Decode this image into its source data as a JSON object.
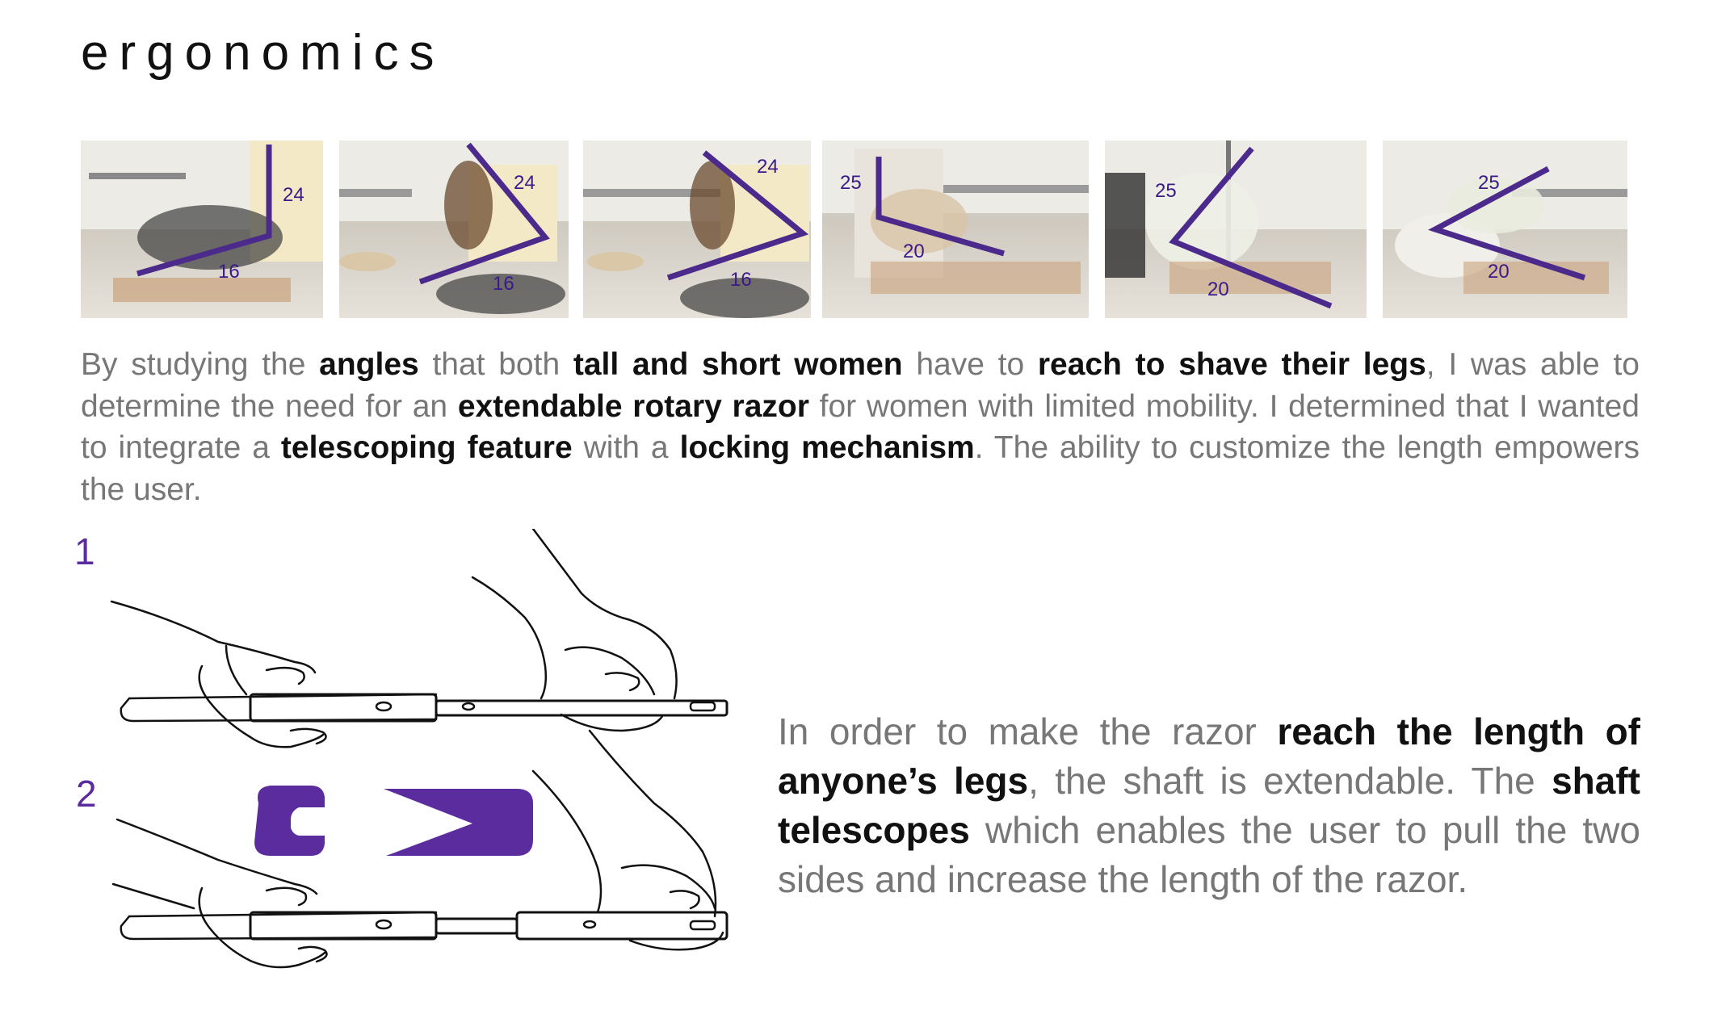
{
  "page": {
    "title": "ergonomics"
  },
  "photos": [
    {
      "labels": [
        "24",
        "16"
      ]
    },
    {
      "labels": [
        "24",
        "16"
      ]
    },
    {
      "labels": [
        "24",
        "16"
      ]
    },
    {
      "labels": [
        "25",
        "20"
      ]
    },
    {
      "labels": [
        "25",
        "20"
      ]
    },
    {
      "labels": [
        "25",
        "20"
      ]
    }
  ],
  "intro": {
    "segments": [
      {
        "text": "By studying the ",
        "bold": false
      },
      {
        "text": "angles",
        "bold": true
      },
      {
        "text": " that both ",
        "bold": false
      },
      {
        "text": "tall and short women",
        "bold": true
      },
      {
        "text": " have to ",
        "bold": false
      },
      {
        "text": "reach to shave their legs",
        "bold": true
      },
      {
        "text": ", I was able to determine the need for an ",
        "bold": false
      },
      {
        "text": "extendable rotary razor",
        "bold": true
      },
      {
        "text": " for women with limited mobility. I determined that I wanted to integrate a ",
        "bold": false
      },
      {
        "text": "telescoping feature",
        "bold": true
      },
      {
        "text": " with a ",
        "bold": false
      },
      {
        "text": "locking mechanism",
        "bold": true
      },
      {
        "text": ". The ability to customize the length empowers the user.",
        "bold": false
      }
    ]
  },
  "steps": [
    {
      "number": "1"
    },
    {
      "number": "2"
    }
  ],
  "description": {
    "segments": [
      {
        "text": "In order to make the razor ",
        "bold": false
      },
      {
        "text": "reach the length of anyone’s legs",
        "bold": true
      },
      {
        "text": ", the shaft is extendable. The ",
        "bold": false
      },
      {
        "text": "shaft telescopes",
        "bold": true
      },
      {
        "text": " which enables the user to pull the two sides and increase the length of the razor.",
        "bold": false
      }
    ]
  },
  "colors": {
    "accent": "#5b2c9e",
    "body_text": "#777777",
    "emphasis_text": "#111111"
  }
}
